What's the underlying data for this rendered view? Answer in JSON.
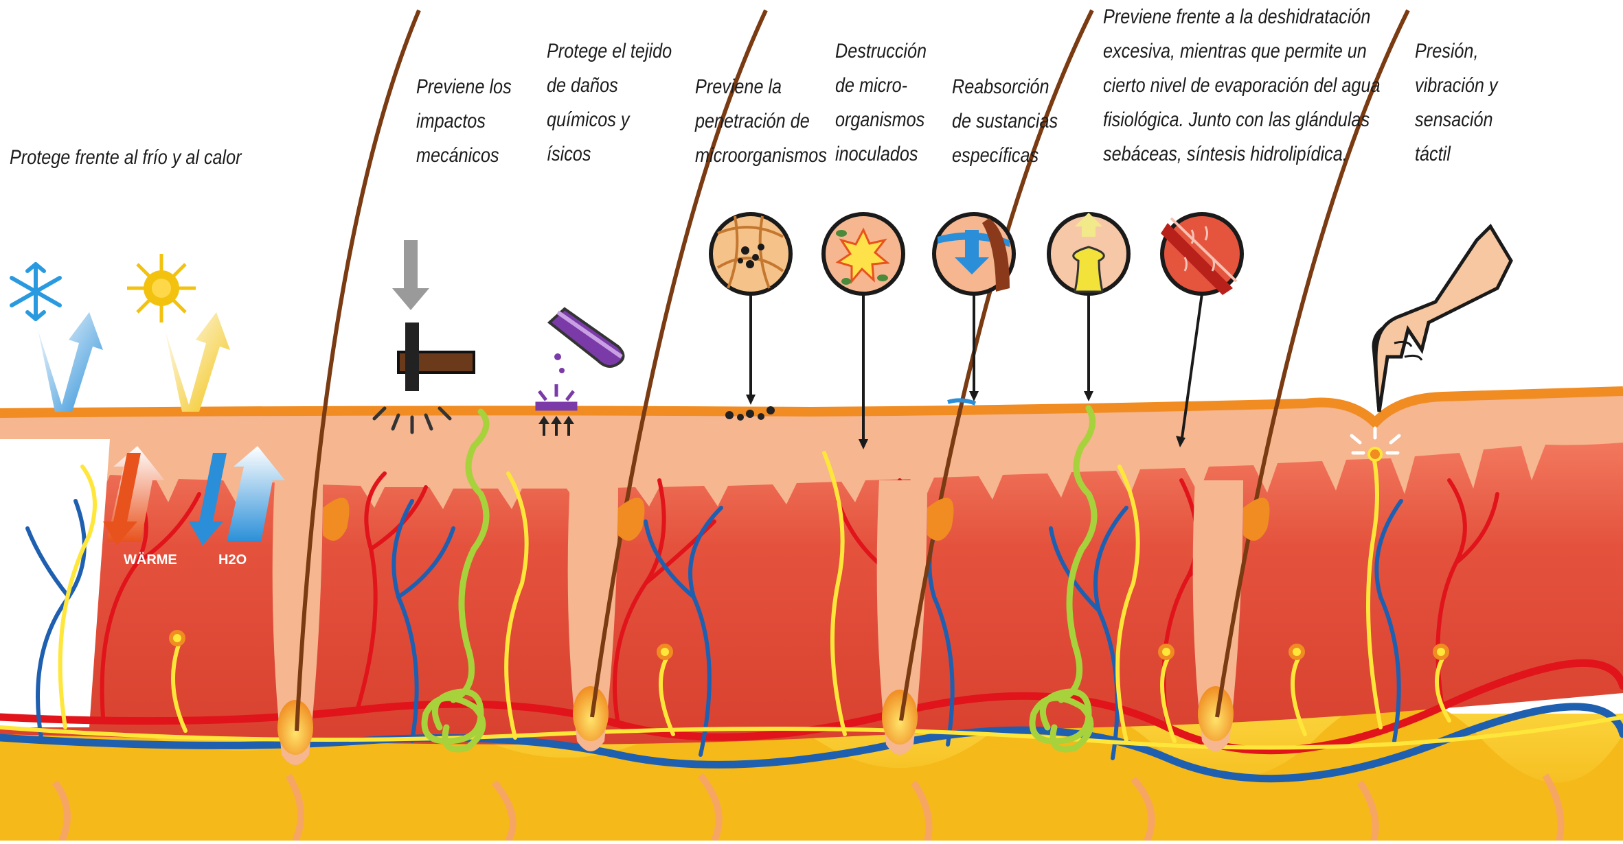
{
  "functions": [
    {
      "id": "thermal",
      "lines": [
        "Protege frente al frío y al calor"
      ]
    },
    {
      "id": "mechanical",
      "lines": [
        "Previene los",
        "impactos",
        "mecánicos"
      ]
    },
    {
      "id": "chemical",
      "lines": [
        "Protege el tejido",
        "de daños",
        "químicos y",
        "ísicos"
      ]
    },
    {
      "id": "penetration",
      "lines": [
        "Previene la",
        "penetración de",
        "microorganismos"
      ]
    },
    {
      "id": "destruction",
      "lines": [
        "Destrucción",
        "de micro-",
        "organismos",
        "inoculados"
      ]
    },
    {
      "id": "reabsorption",
      "lines": [
        "Reabsorción",
        "de sustancias",
        "específicas"
      ]
    },
    {
      "id": "dehydration",
      "lines": [
        "Previene frente a la deshidratación",
        "excesiva, mientras que permite un",
        "cierto nivel de evaporación del agua",
        "fisiológica. Junto con las glándulas",
        "sebáceas, síntesis hidrolipídica."
      ]
    },
    {
      "id": "touch",
      "lines": [
        "Presión,",
        "vibración y",
        "sensación",
        "táctil"
      ]
    }
  ],
  "arrow_labels": {
    "heat": "WÄRME",
    "water": "H2O"
  },
  "colors": {
    "epidermis": "#f4b48e",
    "dermis": "#e5553e",
    "hypodermis": "#f7c21a",
    "surface": "#f08c22",
    "artery": "#e0141a",
    "vein": "#1f5fb0",
    "nerve": "#ffe63a",
    "hair": "#7a3a12",
    "gland": "#a7d23c",
    "cold": "#2a9ae0",
    "heat": "#f1c40f"
  },
  "icons": [
    "snowflake-icon",
    "sun-icon",
    "hammer-icon",
    "test-tube-icon",
    "pointing-hand-icon"
  ]
}
